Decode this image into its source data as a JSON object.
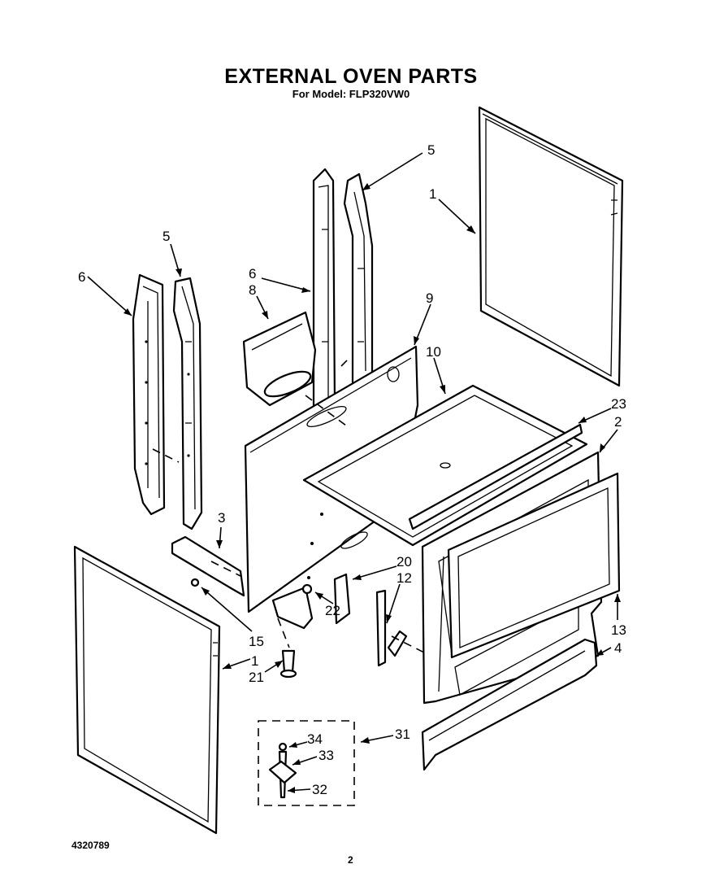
{
  "header": {
    "title": "EXTERNAL OVEN PARTS",
    "subtitle": "For Model: FLP320VW0"
  },
  "footer": {
    "doc_number": "4320789",
    "page_number": "2"
  },
  "callouts": [
    {
      "id": "c1-top",
      "label": "1"
    },
    {
      "id": "c1-bottom",
      "label": "1"
    },
    {
      "id": "c2",
      "label": "2"
    },
    {
      "id": "c3",
      "label": "3"
    },
    {
      "id": "c4",
      "label": "4"
    },
    {
      "id": "c5-left",
      "label": "5"
    },
    {
      "id": "c5-right",
      "label": "5"
    },
    {
      "id": "c6-left",
      "label": "6"
    },
    {
      "id": "c6-right",
      "label": "6"
    },
    {
      "id": "c8",
      "label": "8"
    },
    {
      "id": "c9",
      "label": "9"
    },
    {
      "id": "c10",
      "label": "10"
    },
    {
      "id": "c12",
      "label": "12"
    },
    {
      "id": "c13",
      "label": "13"
    },
    {
      "id": "c15",
      "label": "15"
    },
    {
      "id": "c20",
      "label": "20"
    },
    {
      "id": "c21",
      "label": "21"
    },
    {
      "id": "c22",
      "label": "22"
    },
    {
      "id": "c23",
      "label": "23"
    },
    {
      "id": "c31",
      "label": "31"
    },
    {
      "id": "c32",
      "label": "32"
    },
    {
      "id": "c33",
      "label": "33"
    },
    {
      "id": "c34",
      "label": "34"
    }
  ]
}
